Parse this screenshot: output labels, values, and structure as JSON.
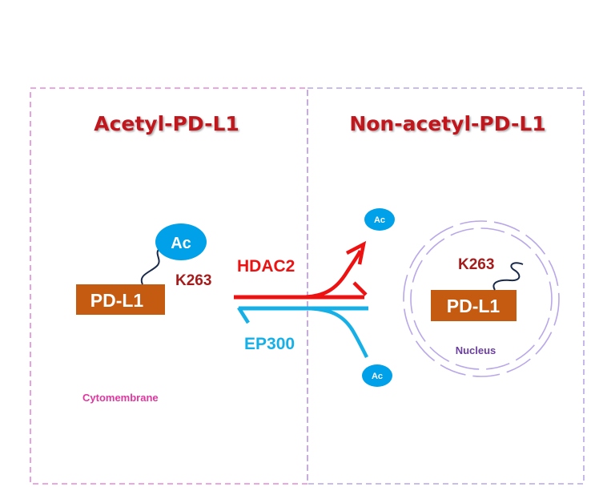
{
  "panels": {
    "left": {
      "title": "Acetyl-PD-L1",
      "region_label": "Cytomembrane"
    },
    "right": {
      "title": "Non-acetyl-PD-L1",
      "region_label": "Nucleus"
    }
  },
  "protein_left": {
    "name": "PD-L1",
    "site": "K263",
    "modification": "Ac"
  },
  "protein_right": {
    "name": "PD-L1",
    "site": "K263"
  },
  "enzymes": {
    "deacetylase": "HDAC2",
    "acetyltransferase": "EP300"
  },
  "free_groups": {
    "released": "Ac",
    "donor": "Ac"
  },
  "colors": {
    "title_red": "#c0151f",
    "left_border": "#e38ad8",
    "right_border": "#b9a7e8",
    "protein_box": "#c55a11",
    "ac_blue": "#00a1e9",
    "site_label": "#a61c1c",
    "hdac2_red": "#ee1111",
    "ep300_blue": "#16b0e6",
    "cytomembrane_text": "#e0379f",
    "nucleus_text": "#6b3fa0",
    "nucleus_ring": "#b9a7e8"
  }
}
